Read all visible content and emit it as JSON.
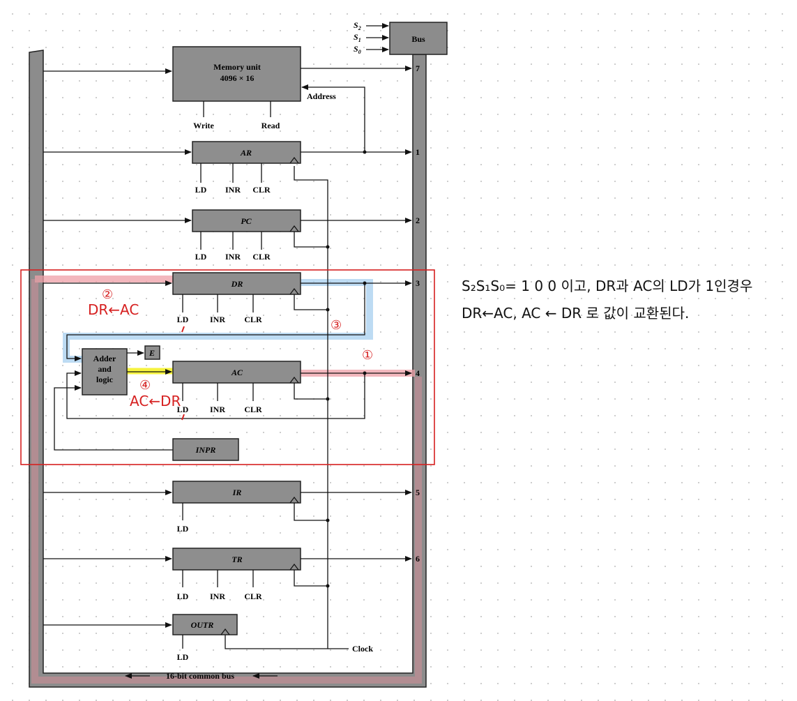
{
  "bus": {
    "title": "Bus",
    "selects": [
      "S2",
      "S1",
      "S0"
    ],
    "caption": "16-bit common bus",
    "ports": [
      "7",
      "1",
      "2",
      "3",
      "4",
      "5",
      "6"
    ]
  },
  "memory": {
    "line1": "Memory unit",
    "line2": "4096 × 16",
    "write": "Write",
    "read": "Read",
    "address": "Address"
  },
  "registers": {
    "ar": "AR",
    "pc": "PC",
    "dr": "DR",
    "ac": "AC",
    "inpr": "INPR",
    "ir": "IR",
    "tr": "TR",
    "outr": "OUTR",
    "e": "E"
  },
  "adder": {
    "line1": "Adder",
    "line2": "and",
    "line3": "logic"
  },
  "controls": {
    "ld": "LD",
    "inr": "INR",
    "clr": "CLR"
  },
  "clock": "Clock",
  "annotations": {
    "step1": "①",
    "step2": "②",
    "step3": "③",
    "step4": "④",
    "dr_from_ac": "DR←AC",
    "ac_from_dr": "AC←DR",
    "note_line1": "S₂S₁S₀= 1 0 0 이고, DR과 AC의 LD가 1인경우",
    "note_line2": "DR←AC, AC ← DR 로 값이 교환된다."
  },
  "colors": {
    "register_fill": "#8e8e8e",
    "bus_fill": "#8c8c8c",
    "highlight_red": "#f0a0a8",
    "highlight_blue": "#a8d0f0",
    "highlight_yellow": "#f4f000",
    "annotation_red": "#d62020"
  }
}
